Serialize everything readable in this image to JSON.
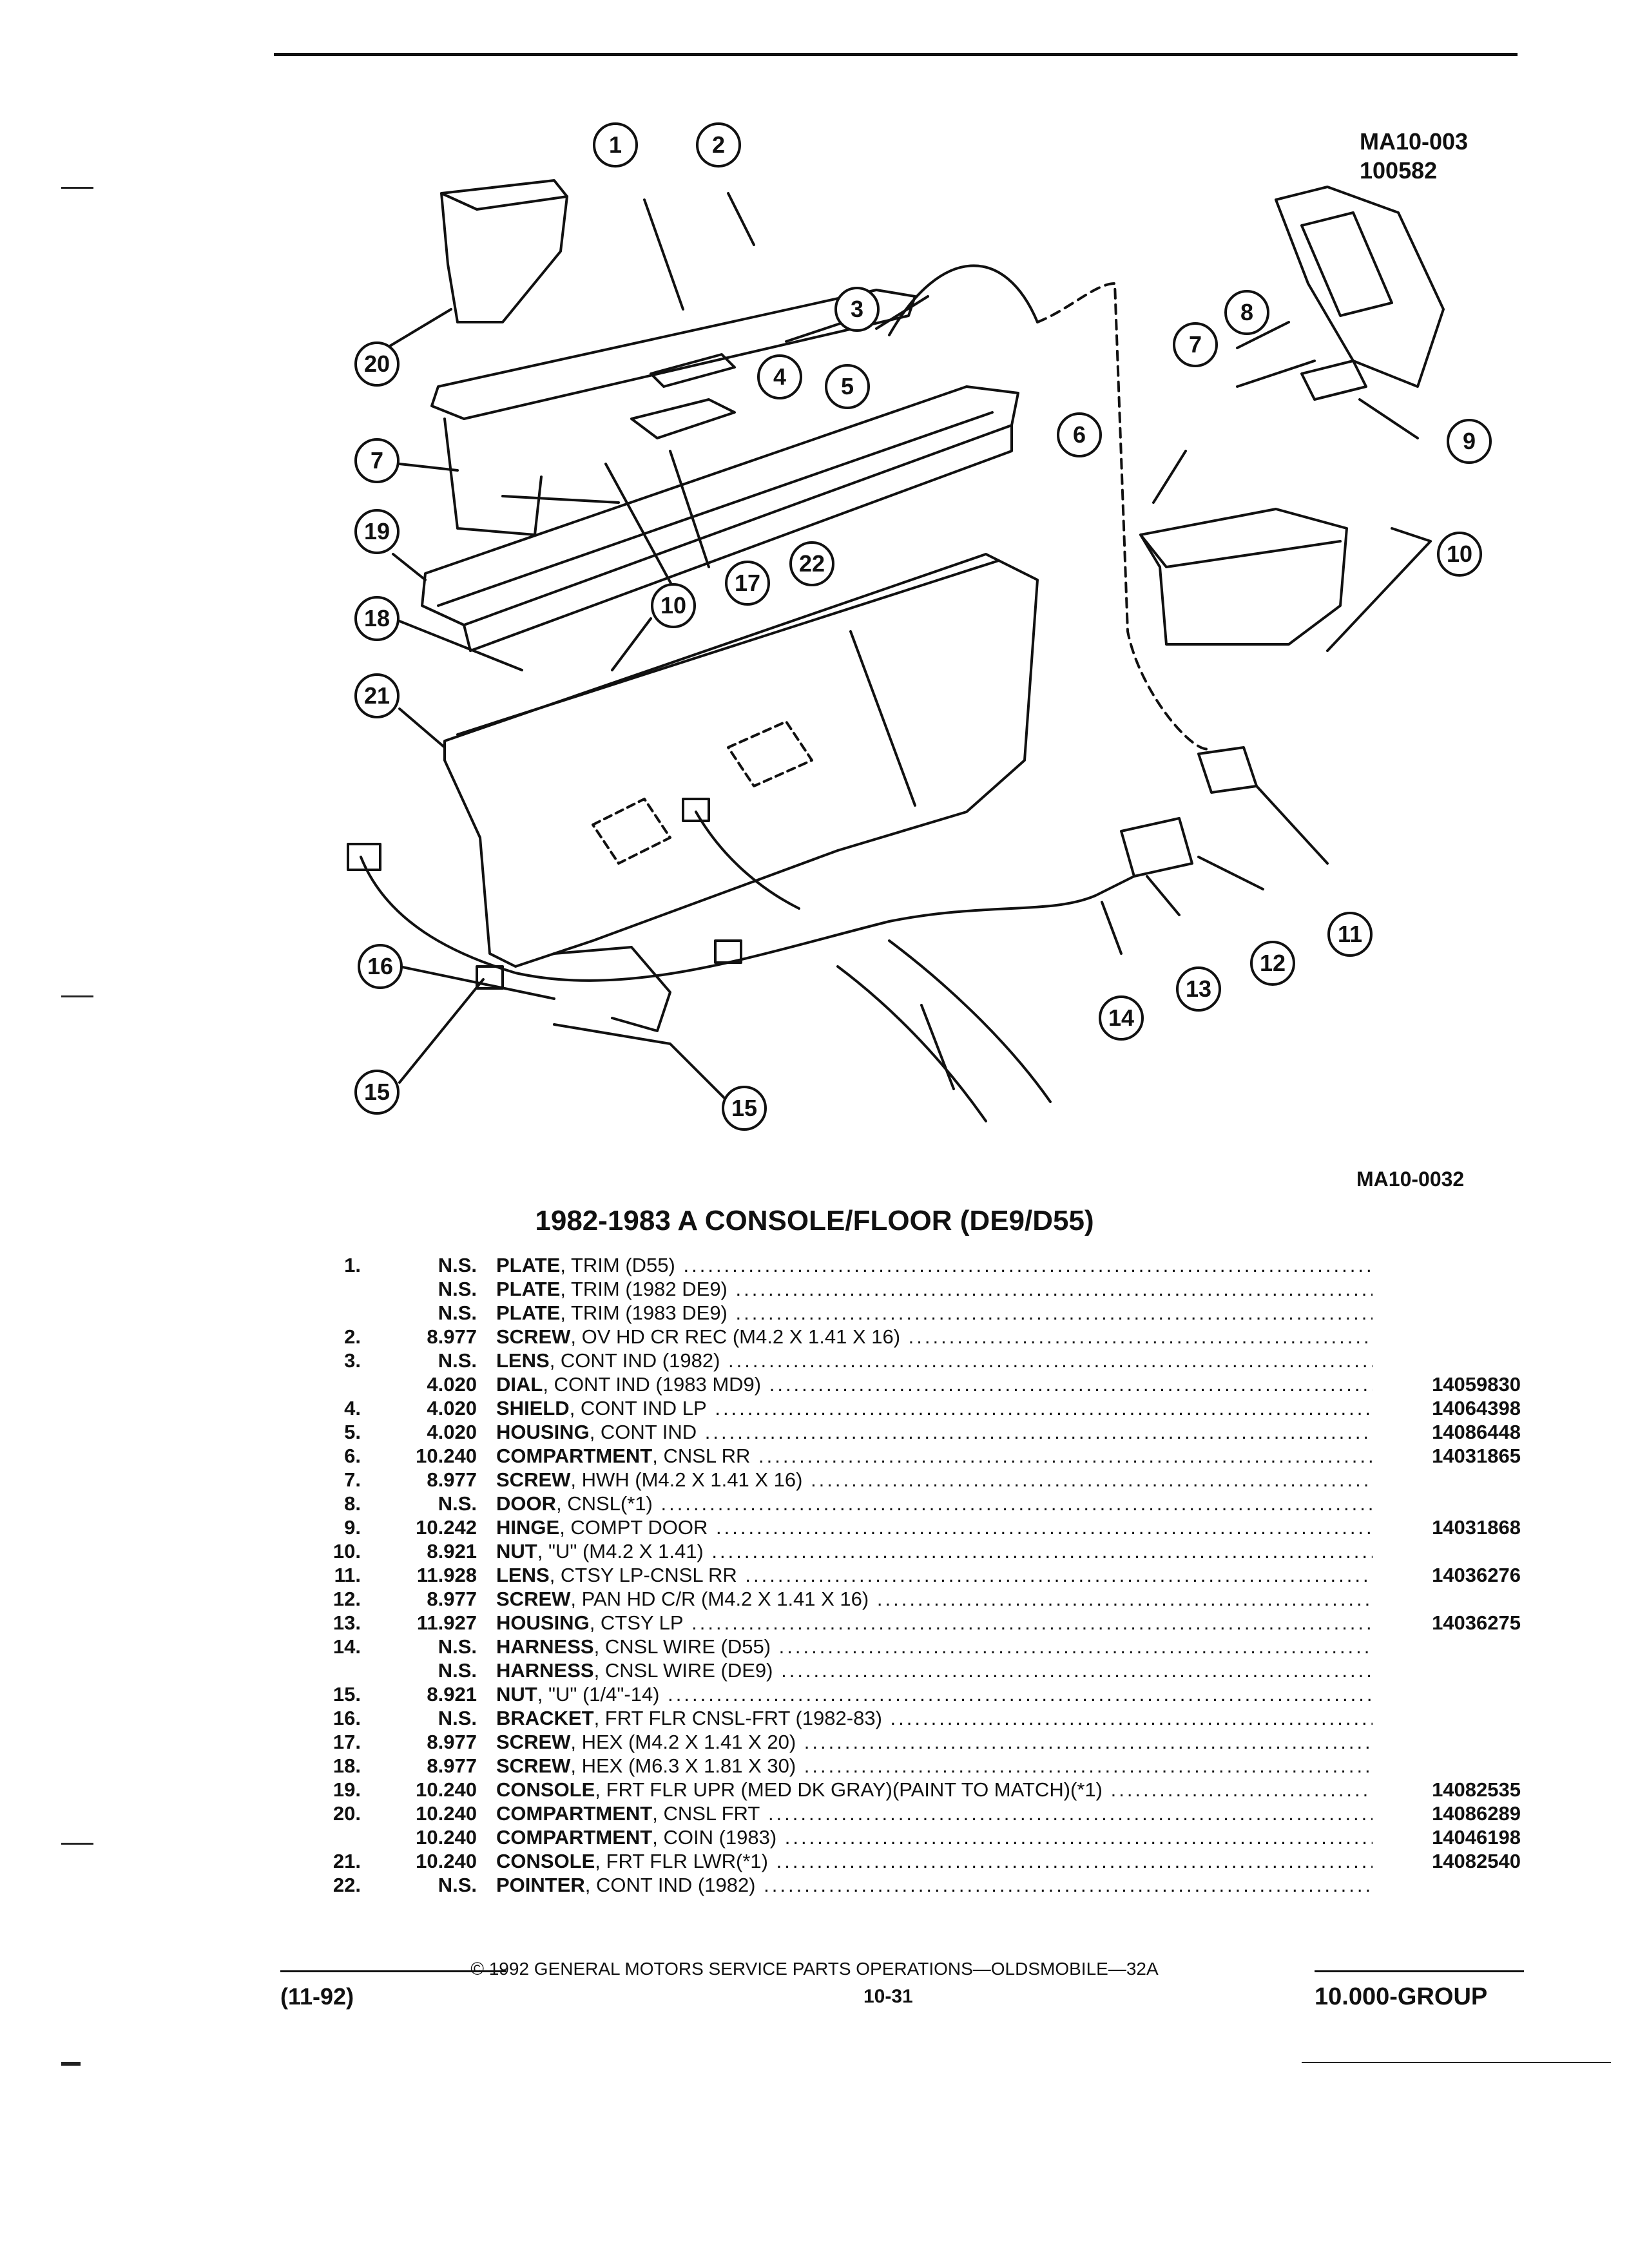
{
  "header": {
    "codes": [
      "MA10-003",
      "100582"
    ],
    "figure_ref": "MA10-0032"
  },
  "callouts": [
    "1",
    "2",
    "3",
    "4",
    "5",
    "6",
    "7",
    "8",
    "9",
    "10",
    "11",
    "12",
    "13",
    "14",
    "15",
    "16",
    "17",
    "18",
    "19",
    "20",
    "21",
    "22"
  ],
  "section_title": "1982-1983 A CONSOLE/FLOOR (DE9/D55)",
  "parts": [
    {
      "num": "1.",
      "group": "N.S.",
      "name": "PLATE",
      "detail": ", TRIM (D55)",
      "part_no": ""
    },
    {
      "num": "",
      "group": "N.S.",
      "name": "PLATE",
      "detail": ", TRIM (1982 DE9)",
      "part_no": ""
    },
    {
      "num": "",
      "group": "N.S.",
      "name": "PLATE",
      "detail": ", TRIM (1983 DE9)",
      "part_no": ""
    },
    {
      "num": "2.",
      "group": "8.977",
      "name": "SCREW",
      "detail": ", OV HD CR REC (M4.2 X 1.41 X 16)",
      "part_no": ""
    },
    {
      "num": "3.",
      "group": "N.S.",
      "name": "LENS",
      "detail": ", CONT IND (1982)",
      "part_no": ""
    },
    {
      "num": "",
      "group": "4.020",
      "name": "DIAL",
      "detail": ", CONT IND (1983 MD9)",
      "part_no": "14059830"
    },
    {
      "num": "4.",
      "group": "4.020",
      "name": "SHIELD",
      "detail": ", CONT IND LP",
      "part_no": "14064398"
    },
    {
      "num": "5.",
      "group": "4.020",
      "name": "HOUSING",
      "detail": ", CONT IND",
      "part_no": "14086448"
    },
    {
      "num": "6.",
      "group": "10.240",
      "name": "COMPARTMENT",
      "detail": ", CNSL RR",
      "part_no": "14031865"
    },
    {
      "num": "7.",
      "group": "8.977",
      "name": "SCREW",
      "detail": ", HWH (M4.2 X 1.41 X 16)",
      "part_no": ""
    },
    {
      "num": "8.",
      "group": "N.S.",
      "name": "DOOR",
      "detail": ", CNSL(*1)",
      "part_no": ""
    },
    {
      "num": "9.",
      "group": "10.242",
      "name": "HINGE",
      "detail": ", COMPT DOOR",
      "part_no": "14031868"
    },
    {
      "num": "10.",
      "group": "8.921",
      "name": "NUT",
      "detail": ", \"U\" (M4.2 X 1.41)",
      "part_no": ""
    },
    {
      "num": "11.",
      "group": "11.928",
      "name": "LENS",
      "detail": ", CTSY LP-CNSL RR",
      "part_no": "14036276"
    },
    {
      "num": "12.",
      "group": "8.977",
      "name": "SCREW",
      "detail": ", PAN HD C/R (M4.2 X 1.41 X 16)",
      "part_no": ""
    },
    {
      "num": "13.",
      "group": "11.927",
      "name": "HOUSING",
      "detail": ", CTSY LP",
      "part_no": "14036275"
    },
    {
      "num": "14.",
      "group": "N.S.",
      "name": "HARNESS",
      "detail": ", CNSL WIRE (D55)",
      "part_no": ""
    },
    {
      "num": "",
      "group": "N.S.",
      "name": "HARNESS",
      "detail": ", CNSL WIRE (DE9)",
      "part_no": ""
    },
    {
      "num": "15.",
      "group": "8.921",
      "name": "NUT",
      "detail": ", \"U\" (1/4\"-14)",
      "part_no": ""
    },
    {
      "num": "16.",
      "group": "N.S.",
      "name": "BRACKET",
      "detail": ", FRT FLR CNSL-FRT (1982-83)",
      "part_no": ""
    },
    {
      "num": "17.",
      "group": "8.977",
      "name": "SCREW",
      "detail": ", HEX (M4.2 X 1.41 X 20)",
      "part_no": ""
    },
    {
      "num": "18.",
      "group": "8.977",
      "name": "SCREW",
      "detail": ", HEX (M6.3 X 1.81 X 30)",
      "part_no": ""
    },
    {
      "num": "19.",
      "group": "10.240",
      "name": "CONSOLE",
      "detail": ", FRT FLR UPR (MED DK GRAY)(PAINT TO MATCH)(*1)",
      "part_no": "14082535"
    },
    {
      "num": "20.",
      "group": "10.240",
      "name": "COMPARTMENT",
      "detail": ", CNSL FRT",
      "part_no": "14086289"
    },
    {
      "num": "",
      "group": "10.240",
      "name": "COMPARTMENT",
      "detail": ", COIN (1983)",
      "part_no": "14046198"
    },
    {
      "num": "21.",
      "group": "10.240",
      "name": "CONSOLE",
      "detail": ", FRT FLR LWR(*1)",
      "part_no": "14082540"
    },
    {
      "num": "22.",
      "group": "N.S.",
      "name": "POINTER",
      "detail": ", CONT IND (1982)",
      "part_no": ""
    }
  ],
  "footer": {
    "copyright": "© 1992 GENERAL MOTORS SERVICE PARTS OPERATIONS—OLDSMOBILE—32A",
    "date_code": "(11-92)",
    "page": "10-31",
    "group": "10.000-GROUP"
  }
}
